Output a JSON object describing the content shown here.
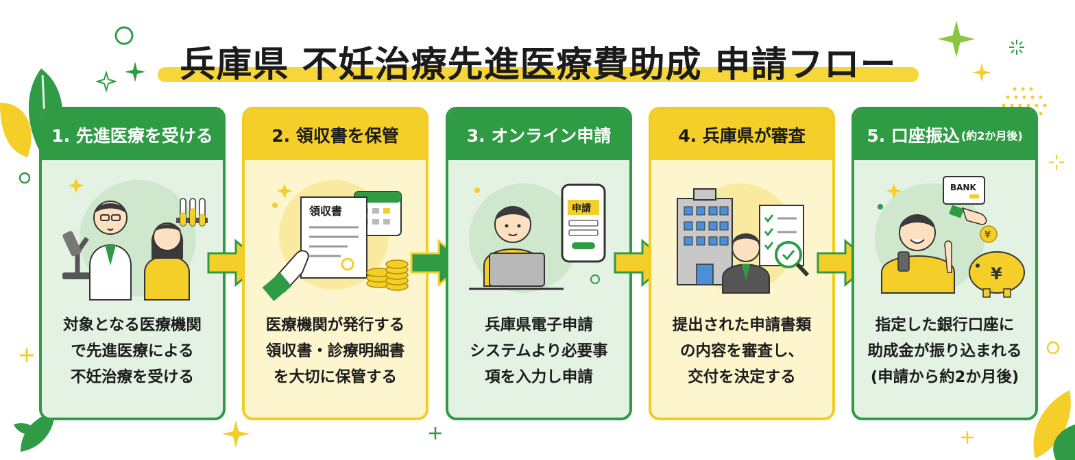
{
  "title": "兵庫県 不妊治療先進医療費助成 申請フロー",
  "steps": [
    {
      "heading": "1. 先進医療を受ける",
      "heading_note": "",
      "body": [
        "対象となる医療機関",
        "で先進医療による",
        "不妊治療を受ける"
      ],
      "theme": "green"
    },
    {
      "heading": "2. 領収書を保管",
      "heading_note": "",
      "body": [
        "医療機関が発行する",
        "領収書・診療明細書",
        "を大切に保管する"
      ],
      "theme": "yellow"
    },
    {
      "heading": "3. オンライン申請",
      "heading_note": "",
      "body": [
        "兵庫県電子申請",
        "システムより必要事",
        "項を入力し申請"
      ],
      "theme": "green"
    },
    {
      "heading": "4. 兵庫県が審査",
      "heading_note": "",
      "body": [
        "提出された申請書類",
        "の内容を審査し、",
        "交付を決定する"
      ],
      "theme": "yellow"
    },
    {
      "heading": "5. 口座振込",
      "heading_note": "(約2か月後)",
      "body": [
        "指定した銀行口座に",
        "助成金が振り込まれる",
        "(申請から約2か月後)"
      ],
      "theme": "green"
    }
  ],
  "illustration_text": {
    "receipt": "領収書",
    "phone": "申請",
    "bank": "BANK",
    "yen": "¥"
  },
  "colors": {
    "green": "#2f9b45",
    "yellow": "#f4cf2a",
    "light_green": "#e4f2e3",
    "light_yellow": "#fdf5cd"
  }
}
